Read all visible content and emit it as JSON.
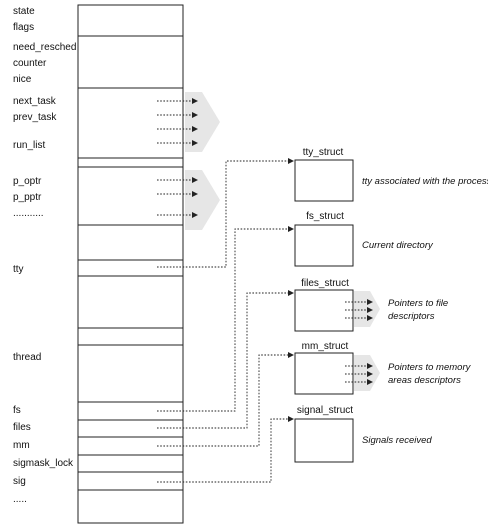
{
  "task_struct": {
    "fields": {
      "state": "state",
      "flags": "flags",
      "need_resched": "need_resched",
      "counter": "counter",
      "nice": "nice",
      "next_task": "next_task",
      "prev_task": "prev_task",
      "run_list": "run_list",
      "p_optr": "p_optr",
      "p_pptr": "p_pptr",
      "ellipsis_mid": "...........",
      "tty": "tty",
      "thread": "thread",
      "fs": "fs",
      "files": "files",
      "mm": "mm",
      "sigmask_lock": "sigmask_lock",
      "sig": "sig",
      "ellipsis_end": "....."
    }
  },
  "structures": {
    "tty": {
      "name": "tty_struct",
      "description": "tty associated with the process"
    },
    "fs": {
      "name": "fs_struct",
      "description": "Current directory"
    },
    "files": {
      "name": "files_struct",
      "description_line1": "Pointers to file",
      "description_line2": "descriptors"
    },
    "mm": {
      "name": "mm_struct",
      "description_line1": "Pointers to memory",
      "description_line2": "areas descriptors"
    },
    "signal": {
      "name": "signal_struct",
      "description": "Signals received"
    }
  },
  "colors": {
    "stroke": "#222222",
    "big_arrow": "#e6e6e6",
    "background": "#ffffff"
  }
}
